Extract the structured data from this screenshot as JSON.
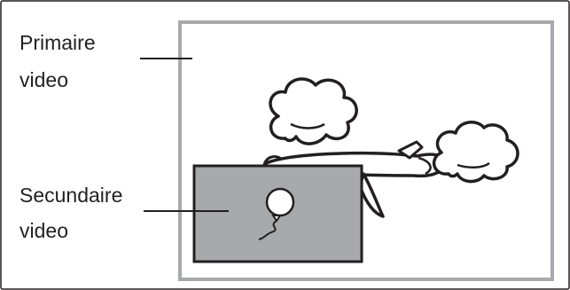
{
  "labels": {
    "primary": [
      "Primaire",
      "video"
    ],
    "secondary": [
      "Secundaire",
      "video"
    ]
  },
  "colors": {
    "outer_border": "#231f20",
    "primary_frame": "#a7a9ac",
    "secondary_fill": "#a7a9ac",
    "ink": "#231f20"
  }
}
